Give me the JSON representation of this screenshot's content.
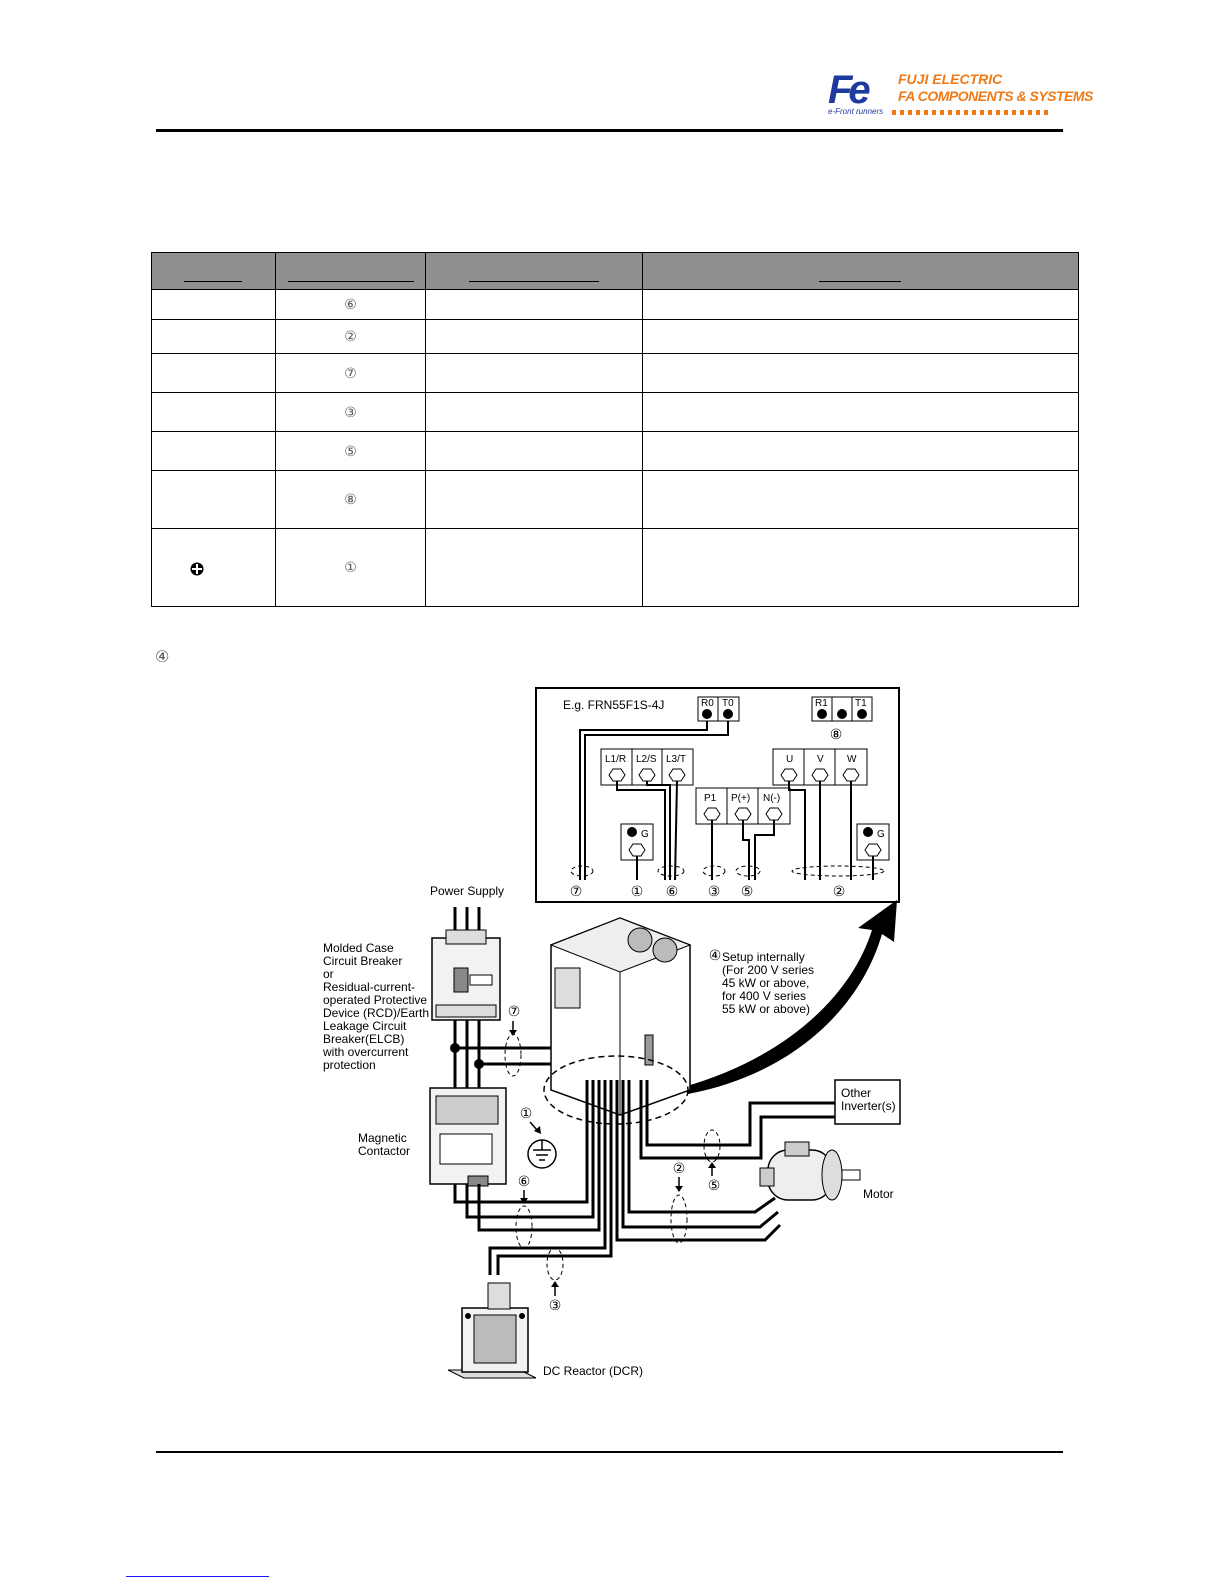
{
  "header": {
    "logo_mark": "Fe",
    "logo_line1": "FUJI ELECTRIC",
    "logo_line2": "FA COMPONENTS & SYSTEMS",
    "logo_tagline": "e-Front runners"
  },
  "table": {
    "rows": [
      {
        "num": "⑥",
        "tall": false
      },
      {
        "num": "②",
        "tall": false
      },
      {
        "num": "⑦",
        "tall": false
      },
      {
        "num": "③",
        "tall": false
      },
      {
        "num": "⑤",
        "tall": false
      },
      {
        "num": "⑧",
        "tall": true
      },
      {
        "num": "①",
        "tall": true,
        "ground_symbol": true
      }
    ]
  },
  "note": "④",
  "diagram": {
    "example": "E.g. FRN55F1S-4J",
    "terminals": {
      "r0": "R0",
      "t0": "T0",
      "r1": "R1",
      "t1": "T1",
      "l1r": "L1/R",
      "l2s": "L2/S",
      "l3t": "L3/T",
      "u": "U",
      "v": "V",
      "w": "W",
      "p1": "P1",
      "pplus": "P(+)",
      "nminus": "N(-)",
      "g": "G"
    },
    "markers": {
      "m1": "①",
      "m2": "②",
      "m3": "③",
      "m4": "④",
      "m5": "⑤",
      "m6": "⑥",
      "m7": "⑦",
      "m8": "⑧"
    },
    "labels": {
      "power_supply": "Power Supply",
      "breaker": [
        "Molded Case",
        "Circuit Breaker",
        "or",
        "Residual-current-",
        "operated Protective",
        "Device (RCD)/Earth",
        "Leakage Circuit",
        "Breaker(ELCB)",
        "with overcurrent",
        "protection"
      ],
      "contactor": [
        "Magnetic",
        "Contactor"
      ],
      "setup": [
        "Setup internally",
        "(For 200 V series",
        "45 kW or above,",
        "for 400 V series",
        "55 kW or above)"
      ],
      "other_inverter": [
        "Other",
        "Inverter(s)"
      ],
      "motor": "Motor",
      "dc_reactor": "DC Reactor (DCR)"
    }
  }
}
